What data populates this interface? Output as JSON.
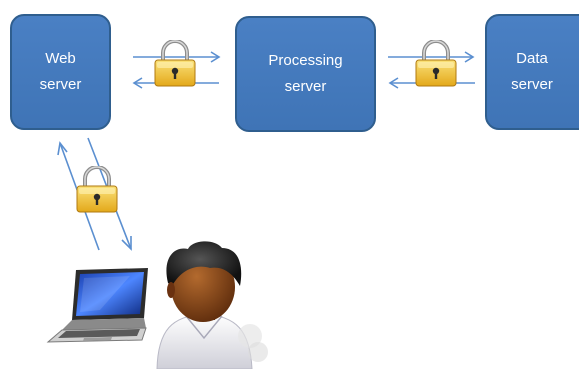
{
  "diagram": {
    "nodes": [
      {
        "id": "web",
        "label_line1": "Web",
        "label_line2": "server"
      },
      {
        "id": "processing",
        "label_line1": "Processing",
        "label_line2": "server"
      },
      {
        "id": "data",
        "label_line1": "Data",
        "label_line2": "server"
      }
    ],
    "connections": [
      {
        "from": "web",
        "to": "processing",
        "secured": true,
        "icon": "padlock-icon"
      },
      {
        "from": "processing",
        "to": "data",
        "secured": true,
        "icon": "padlock-icon"
      },
      {
        "from": "user",
        "to": "web",
        "secured": true,
        "icon": "padlock-icon"
      }
    ],
    "client_icons": [
      "laptop-icon",
      "user-icon"
    ],
    "colors": {
      "box_fill": "#4a80c4",
      "box_border": "#2f5e8e",
      "arrow": "#5b8fd0",
      "lock_body": "#f2c230",
      "lock_shackle": "#9a9a9a"
    }
  }
}
